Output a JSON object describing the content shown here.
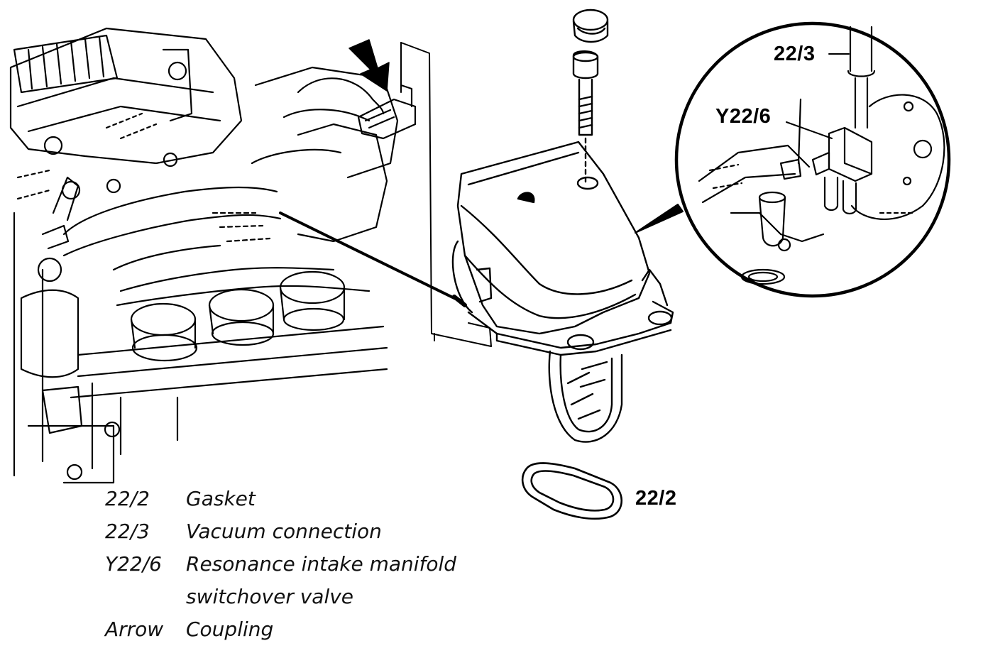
{
  "diagram": {
    "callouts": {
      "gasket": "22/2",
      "vacuum_connection": "22/3",
      "switchover_valve": "Y22/6"
    },
    "legend": [
      {
        "code": "22/2",
        "description": "Gasket"
      },
      {
        "code": "22/3",
        "description": "Vacuum connection"
      },
      {
        "code": "Y22/6",
        "description": "Resonance intake manifold"
      },
      {
        "code": "",
        "description": "switchover valve"
      },
      {
        "code": "Arrow",
        "description": "Coupling"
      }
    ],
    "colors": {
      "ink": "#000000",
      "paper": "#ffffff"
    },
    "icons": [
      "coupling-arrow-icon"
    ]
  }
}
